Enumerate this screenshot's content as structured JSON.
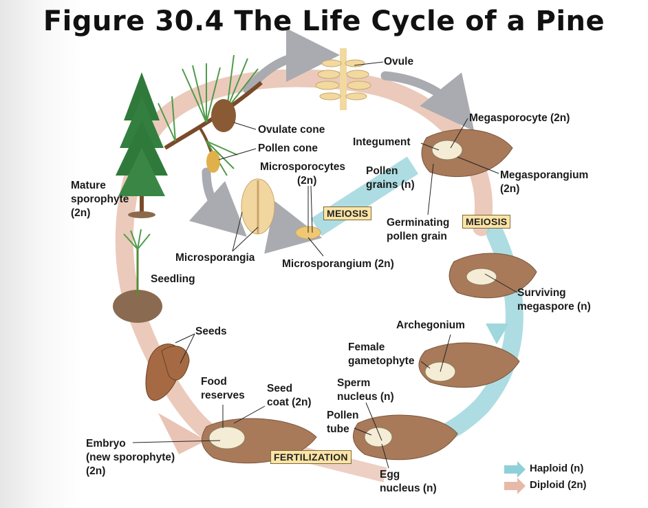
{
  "title": "Figure 30.4 The Life Cycle of a Pine",
  "labels": {
    "ovule": "Ovule",
    "megasporocyte": "Megasporocyte (2n)",
    "ovulate_cone": "Ovulate cone",
    "pollen_cone": "Pollen cone",
    "integument": "Integument",
    "microsporocytes_1": "Microsporocytes",
    "microsporocytes_2": "(2n)",
    "pollen_grains_1": "Pollen",
    "pollen_grains_2": "grains (n)",
    "megasporangium_1": "Megasporangium",
    "megasporangium_2": "(2n)",
    "mature_sporophyte_1": "Mature",
    "mature_sporophyte_2": "sporophyte",
    "mature_sporophyte_3": "(2n)",
    "germinating_1": "Germinating",
    "germinating_2": "pollen grain",
    "microsporangia": "Microsporangia",
    "microsporangium": "Microsporangium (2n)",
    "seedling": "Seedling",
    "surviving_1": "Surviving",
    "surviving_2": "megaspore (n)",
    "archegonium": "Archegonium",
    "seeds": "Seeds",
    "female_gam_1": "Female",
    "female_gam_2": "gametophyte",
    "food_1": "Food",
    "food_2": "reserves",
    "seed_coat_1": "Seed",
    "seed_coat_2": "coat (2n)",
    "sperm_1": "Sperm",
    "sperm_2": "nucleus (n)",
    "pollen_tube_1": "Pollen",
    "pollen_tube_2": "tube",
    "embryo_1": "Embryo",
    "embryo_2": "(new sporophyte)",
    "embryo_3": "(2n)",
    "egg_1": "Egg",
    "egg_2": "nucleus (n)"
  },
  "process_boxes": {
    "meiosis_left": "MEIOSIS",
    "meiosis_right": "MEIOSIS",
    "fertilization": "FERTILIZATION"
  },
  "legend": {
    "haploid": "Haploid (n)",
    "diploid": "Diploid (2n)",
    "haploid_color": "#8fd0d8",
    "diploid_color": "#e7b9a8"
  }
}
